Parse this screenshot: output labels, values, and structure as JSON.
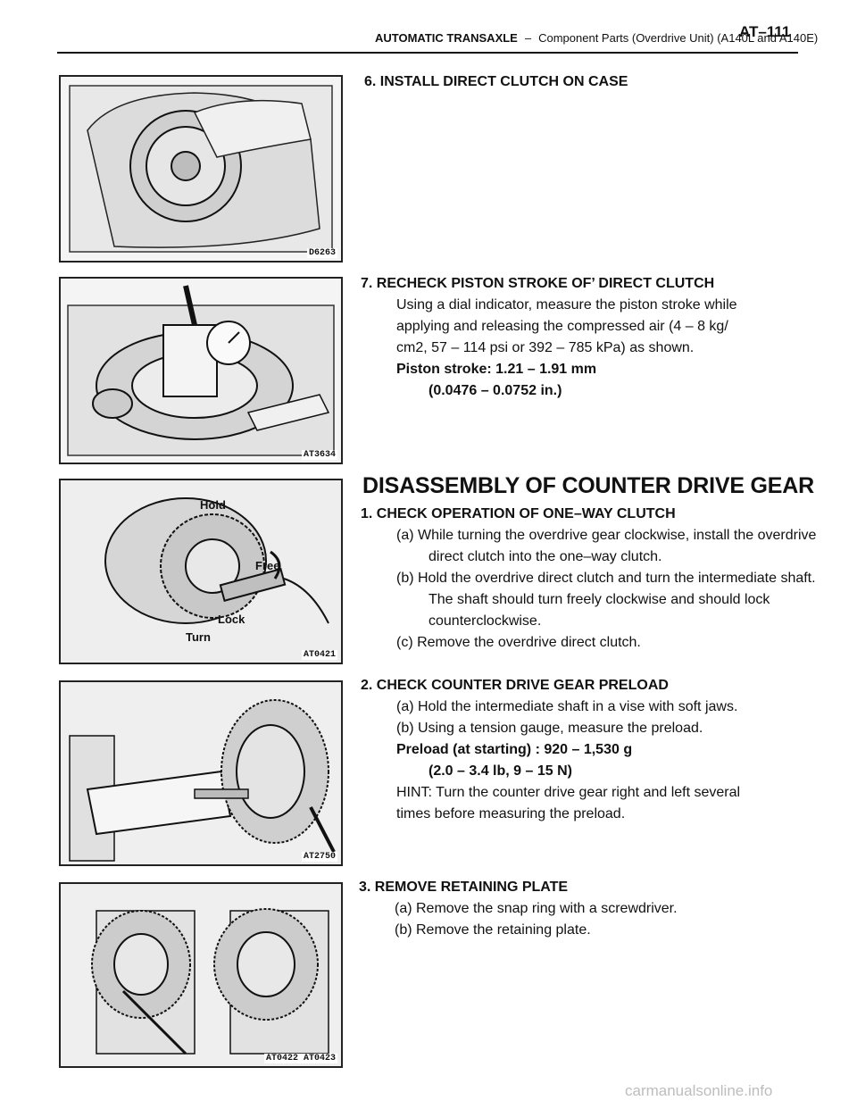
{
  "header": {
    "section": "AUTOMATIC TRANSAXLE",
    "dash": "–",
    "subsection": "Component Parts (Overdrive Unit) (A140L and A140E)",
    "page_number": "AT–111"
  },
  "figures": [
    {
      "code": "D6263",
      "labels": []
    },
    {
      "code": "AT3634",
      "labels": []
    },
    {
      "code": "AT0421",
      "labels": [
        "Hold",
        "Free",
        "Lock",
        "Turn"
      ]
    },
    {
      "code": "AT2750",
      "labels": []
    },
    {
      "code": "AT0422 AT0423",
      "labels": []
    }
  ],
  "step6": {
    "title": "6. INSTALL DIRECT CLUTCH ON CASE"
  },
  "step7": {
    "title": "7. RECHECK PISTON STROKE OF’ DIRECT CLUTCH",
    "lines": [
      "Using a dial indicator, measure the piston stroke while",
      "applying and releasing the compressed air (4 – 8 kg/",
      "cm2, 57 – 114 psi or 392 – 785 kPa) as shown."
    ],
    "spec": "Piston stroke: 1.21 – 1.91 mm",
    "spec2": "(0.0476 – 0.0752 in.)"
  },
  "section_title": "DISASSEMBLY OF COUNTER DRIVE GEAR",
  "d1": {
    "title": "1. CHECK OPERATION OF ONE–WAY CLUTCH",
    "a": "(a) While turning the overdrive gear clockwise, install the overdrive direct clutch into the one–way clutch.",
    "b": "(b) Hold the overdrive direct clutch and turn the intermediate shaft. The shaft should turn freely clockwise and should lock counterclockwise.",
    "c": "(c) Remove the overdrive direct clutch."
  },
  "d2": {
    "title": "2. CHECK COUNTER DRIVE GEAR PRELOAD",
    "a": "(a) Hold the intermediate shaft in a vise with soft jaws.",
    "b": "(b) Using a tension gauge, measure the preload.",
    "spec": "Preload (at starting) : 920 – 1,530 g",
    "spec2": "(2.0 – 3.4 lb, 9 – 15 N)",
    "hint1": "HINT: Turn the counter drive gear right and left several",
    "hint2": "times before measuring the preload."
  },
  "d3": {
    "title": "3. REMOVE RETAINING PLATE",
    "a": "(a) Remove the snap ring with a screwdriver.",
    "b": "(b) Remove the retaining plate."
  },
  "watermark": "carmanualsonline.info"
}
